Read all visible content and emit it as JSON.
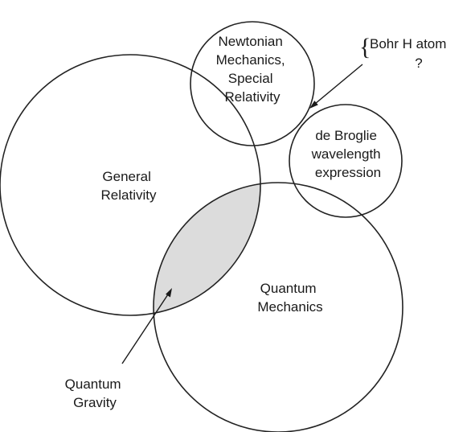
{
  "diagram": {
    "colors": {
      "outline": "#222222",
      "overlap": "#dcdcdc",
      "text": "#1a1a1a",
      "background": "#ffffff"
    },
    "circles": {
      "general_relativity": {
        "label_lines": [
          "General",
          "Relativity"
        ]
      },
      "newtonian": {
        "label_lines": [
          "Newtonian",
          "Mechanics,",
          "Special",
          "Relativity"
        ]
      },
      "de_broglie": {
        "label_lines": [
          "de Broglie",
          "wavelength",
          "expression"
        ]
      },
      "quantum_mechanics": {
        "label_lines": [
          "Quantum",
          "Mechanics"
        ]
      }
    },
    "annotations": {
      "bohr": {
        "brace": "{",
        "line1": "Bohr H atom",
        "line2": "?"
      },
      "quantum_gravity": {
        "lines": [
          "Quantum",
          "Gravity"
        ]
      }
    }
  }
}
